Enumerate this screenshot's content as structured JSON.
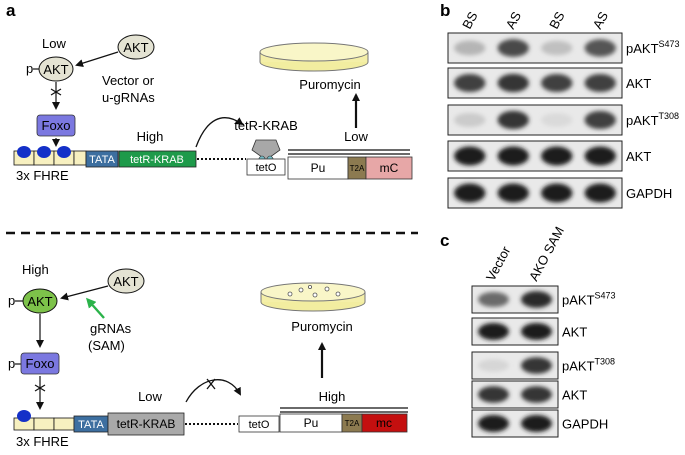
{
  "panel_labels": {
    "a": "a",
    "b": "b",
    "c": "c"
  },
  "top_scheme": {
    "akt_level": "Low",
    "akt": "AKT",
    "p": "p",
    "foxo": "Foxo",
    "treatment_line1": "Vector or",
    "treatment_line2": "u-gRNAs",
    "tata": "TATA",
    "tetr_krab": "tetR-KRAB",
    "tetr_level": "High",
    "protein_label": "tetR-KRAB",
    "teto": "tetO",
    "pu": "Pu",
    "t2a": "T2A",
    "mc": "mC",
    "reporter_level": "Low",
    "selection": "Puromycin",
    "fhre": "3x FHRE"
  },
  "bottom_scheme": {
    "akt_level": "High",
    "akt": "AKT",
    "p": "p",
    "foxo": "Foxo",
    "treatment_line1": "gRNAs",
    "treatment_line2": "(SAM)",
    "tata": "TATA",
    "tetr_krab": "tetR-KRAB",
    "tetr_level": "Low",
    "teto": "tetO",
    "pu": "Pu",
    "t2a": "T2A",
    "mc": "mc",
    "reporter_level": "High",
    "selection": "Puromycin",
    "fhre": "3x FHRE"
  },
  "blot_b": {
    "lanes": [
      "BS",
      "AS",
      "BS",
      "AS"
    ],
    "rows": [
      {
        "label": "pAKT",
        "sup": "S473",
        "intensities": [
          0.25,
          0.75,
          0.2,
          0.7
        ]
      },
      {
        "label": "AKT",
        "sup": "",
        "intensities": [
          0.8,
          0.85,
          0.8,
          0.8
        ]
      },
      {
        "label": "pAKT",
        "sup": "T308",
        "intensities": [
          0.15,
          0.85,
          0.08,
          0.8
        ]
      },
      {
        "label": "AKT",
        "sup": "",
        "intensities": [
          0.95,
          0.95,
          0.95,
          0.95
        ]
      },
      {
        "label": "GAPDH",
        "sup": "",
        "intensities": [
          0.95,
          0.95,
          0.95,
          0.95
        ]
      }
    ]
  },
  "blot_c": {
    "lanes": [
      "Vector",
      "AKO SAM"
    ],
    "rows": [
      {
        "label": "pAKT",
        "sup": "S473",
        "intensities": [
          0.6,
          0.9
        ]
      },
      {
        "label": "AKT",
        "sup": "",
        "intensities": [
          0.95,
          0.95
        ]
      },
      {
        "label": "pAKT",
        "sup": "T308",
        "intensities": [
          0.1,
          0.85
        ]
      },
      {
        "label": "AKT",
        "sup": "",
        "intensities": [
          0.85,
          0.85
        ]
      },
      {
        "label": "GAPDH",
        "sup": "",
        "intensities": [
          0.95,
          0.95
        ]
      }
    ]
  },
  "colors": {
    "akt_top": "#e4e3d3",
    "akt_bottom": "#7dc24a",
    "foxo": "#7b78e0",
    "tata": "#3d6fa0",
    "tetr_top": "#1e9a4a",
    "tetr_bottom": "#a9a9a9",
    "t2a": "#8c7a50",
    "mc_top": "#e7a7a7",
    "mc_bottom": "#c40f0f",
    "green_arrow": "#2bb34a",
    "binding": "#1430c8",
    "fhre_box": "#f7f0c0",
    "protein_gray": "#a8a8a8",
    "protein_teal": "#73bcc6"
  }
}
